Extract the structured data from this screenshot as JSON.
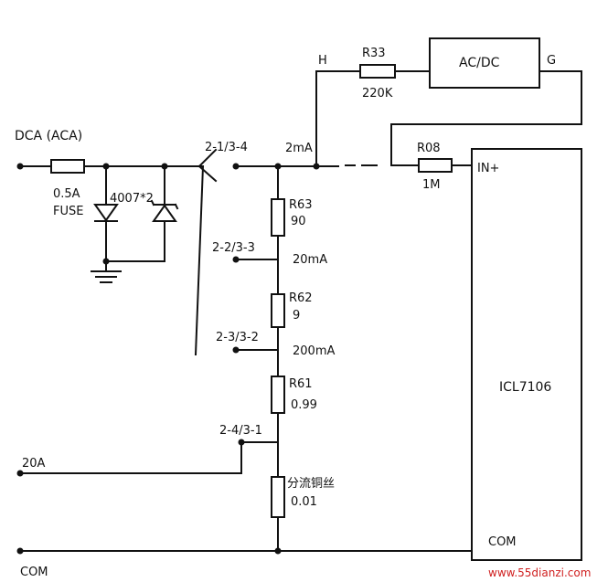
{
  "labels": {
    "dca_aca": "DCA (ACA)",
    "fuse_rating": "0.5A",
    "fuse": "FUSE",
    "diodes": "4007*2",
    "switch_pos_1": "2-1/3-4",
    "switch_pos_2": "2-2/3-3",
    "switch_pos_3": "2-3/3-2",
    "switch_pos_4": "2-4/3-1",
    "range_2ma": "2mA",
    "range_20ma": "20mA",
    "range_200ma": "200mA",
    "input_20a": "20A",
    "com_left": "COM",
    "node_h": "H",
    "node_g": "G",
    "r33": "R33",
    "r33_value": "220K",
    "acdc": "AC/DC",
    "r08": "R08",
    "r08_value": "1M",
    "in_plus": "IN+",
    "r63": "R63",
    "r63_value": "90",
    "r62": "R62",
    "r62_value": "9",
    "r61": "R61",
    "r61_value": "0.99",
    "shunt": "分流铜丝",
    "shunt_value": "0.01",
    "ic": "ICL7106",
    "ic_com": "COM",
    "watermark": "www.55dianzi.com"
  },
  "colors": {
    "line": "#111111",
    "background": "#ffffff",
    "watermark": "#d02020"
  }
}
